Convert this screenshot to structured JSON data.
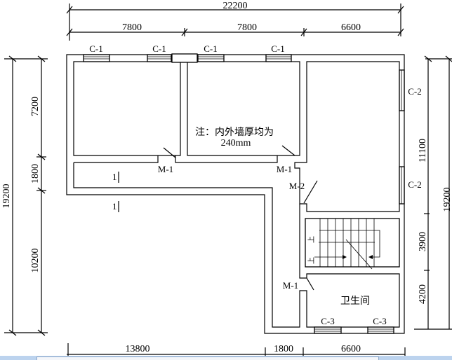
{
  "dimensions": {
    "top_total": "22200",
    "top_segments": [
      "7800",
      "7800",
      "6600"
    ],
    "left_total": "19200",
    "left_segments": [
      "7200",
      "1800",
      "10200"
    ],
    "right_total": "19200",
    "right_segments": [
      "11100",
      "3900",
      "4200"
    ],
    "bottom_segments": [
      "13800",
      "1800",
      "6600"
    ]
  },
  "windows": {
    "c1": "C-1",
    "c2": "C-2",
    "c3": "C-3"
  },
  "doors": {
    "m1": "M-1",
    "m2": "M-2"
  },
  "note": {
    "line1": "注：内外墙厚均为",
    "line2": "240mm"
  },
  "rooms": {
    "bathroom": "卫生间"
  },
  "section_mark": "1",
  "stair_label": "上"
}
